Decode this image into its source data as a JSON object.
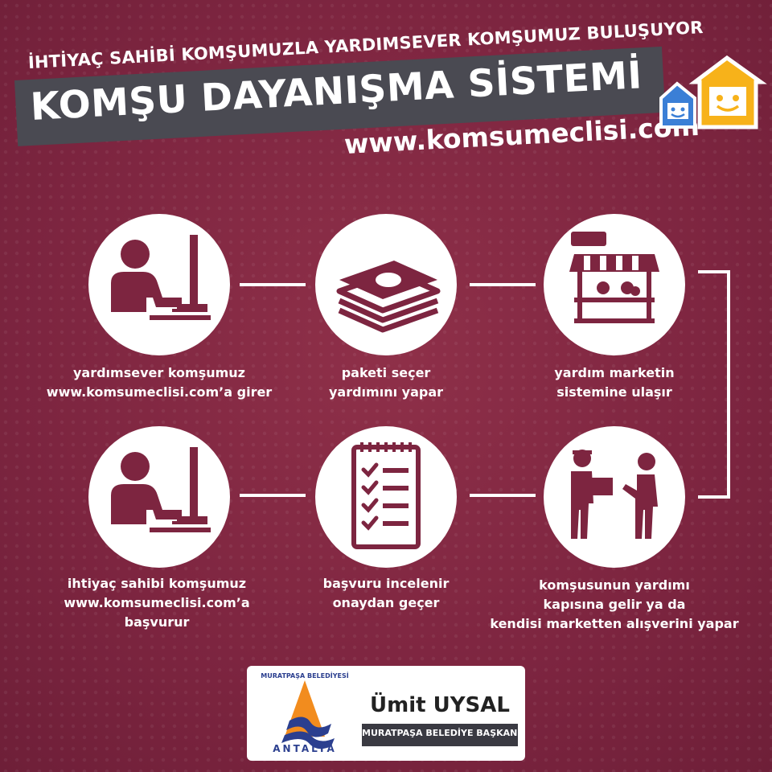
{
  "header": {
    "subtitle": "İHTİYAÇ SAHİBİ KOMŞUMUZLA YARDIMSEVER KOMŞUMUZ BULUŞUYOR",
    "title": "KOMŞU DAYANIŞMA SİSTEMİ",
    "website": "www.komsumeclisi.com"
  },
  "steps": [
    {
      "icon": "computer-user-icon",
      "caption_lines": [
        "yardımsever komşumuz",
        "www.komsumeclisi.com’a girer"
      ]
    },
    {
      "icon": "money-stack-icon",
      "caption_lines": [
        "paketi seçer",
        "yardımını yapar"
      ]
    },
    {
      "icon": "market-stall-icon",
      "caption_lines": [
        "yardım marketin",
        "sistemine ulaşır"
      ]
    },
    {
      "icon": "computer-user-icon",
      "caption_lines": [
        "ihtiyaç sahibi komşumuz",
        "www.komsumeclisi.com’a",
        "başvurur"
      ]
    },
    {
      "icon": "checklist-icon",
      "caption_lines": [
        "başvuru incelenir",
        "onaydan geçer"
      ]
    },
    {
      "icon": "delivery-people-icon",
      "caption_lines": [
        "komşusunun yardımı",
        "kapısına gelir ya da",
        "kendisi marketten alışverini yapar"
      ]
    }
  ],
  "footer": {
    "emblem_text_top": "MURATPAŞA BELEDİYESİ",
    "emblem_text_bottom": "ANTALYA",
    "mayor_name": "Ümit UYSAL",
    "mayor_title": "MURATPAŞA BELEDİYE BAŞKANI"
  },
  "colors": {
    "background": "#7d2540",
    "accent": "#fff",
    "title_band": "#4a4a52",
    "icon": "#7d2540",
    "emblem_blue": "#2b3f8f",
    "emblem_orange": "#f28c1e"
  }
}
